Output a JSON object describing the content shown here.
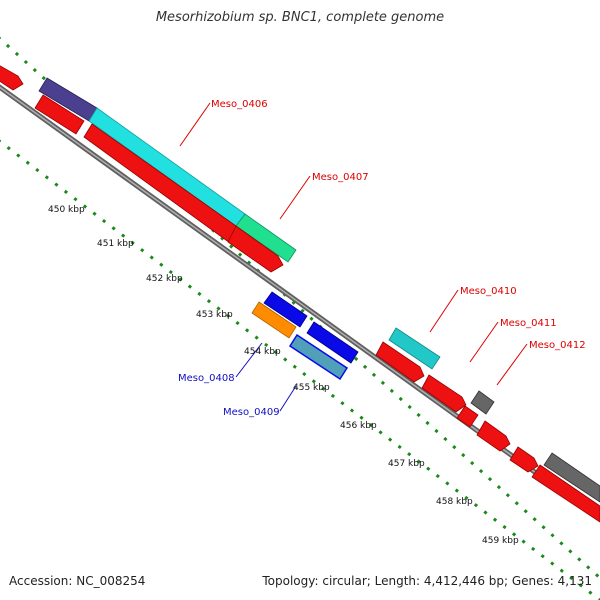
{
  "title": "Mesorhizobium sp. BNC1, complete genome",
  "footer": {
    "accession": "Accession: NC_008254",
    "topology": "Topology: circular; Length: 4,412,446 bp; Genes: 4,131"
  },
  "colors": {
    "backbone": "#808080",
    "tick": "#1a8a1a",
    "forward_gene": "#ee1111",
    "label_red": "#dd0000",
    "label_blue": "#1010c0"
  },
  "scale_labels": [
    "450 kbp",
    "451 kbp",
    "452 kbp",
    "453 kbp",
    "454 kbp",
    "455 kbp",
    "456 kbp",
    "457 kbp",
    "458 kbp",
    "459 kbp"
  ],
  "gene_labels": [
    {
      "text": "Meso_0406",
      "color": "#dd0000"
    },
    {
      "text": "Meso_0407",
      "color": "#dd0000"
    },
    {
      "text": "Meso_0408",
      "color": "#1010c0"
    },
    {
      "text": "Meso_0409",
      "color": "#1010c0"
    },
    {
      "text": "Meso_0410",
      "color": "#dd0000"
    },
    {
      "text": "Meso_0411",
      "color": "#dd0000"
    },
    {
      "text": "Meso_0412",
      "color": "#dd0000"
    }
  ],
  "feature_colors": [
    "#ee1111",
    "#4b3f8f",
    "#22e0e0",
    "#20e090",
    "#0a0ae8",
    "#ff8c00",
    "#22c8c8",
    "#666666"
  ]
}
